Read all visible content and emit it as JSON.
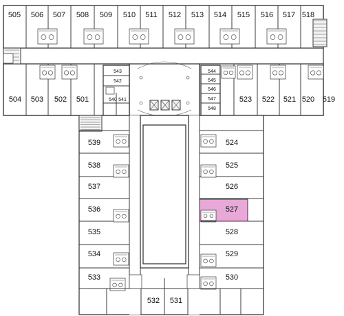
{
  "floor_plan": {
    "highlight_color": "#e8a8d8",
    "highlighted_room": "527",
    "rooms_top": [
      "505",
      "506",
      "507",
      "508",
      "509",
      "510",
      "511",
      "512",
      "513",
      "514",
      "515",
      "516",
      "517",
      "518"
    ],
    "rooms_mid_left": [
      "504",
      "503",
      "502",
      "501"
    ],
    "rooms_mid_right": [
      "523",
      "522",
      "521",
      "520",
      "519"
    ],
    "rooms_left_wing": [
      "539",
      "538",
      "537",
      "536",
      "535",
      "534",
      "533"
    ],
    "rooms_right_wing": [
      "524",
      "525",
      "526",
      "527",
      "528",
      "529",
      "530"
    ],
    "rooms_bottom": [
      "532",
      "531"
    ],
    "small_rooms": [
      "543",
      "542",
      "540",
      "541",
      "544",
      "545",
      "546",
      "547",
      "548"
    ]
  }
}
